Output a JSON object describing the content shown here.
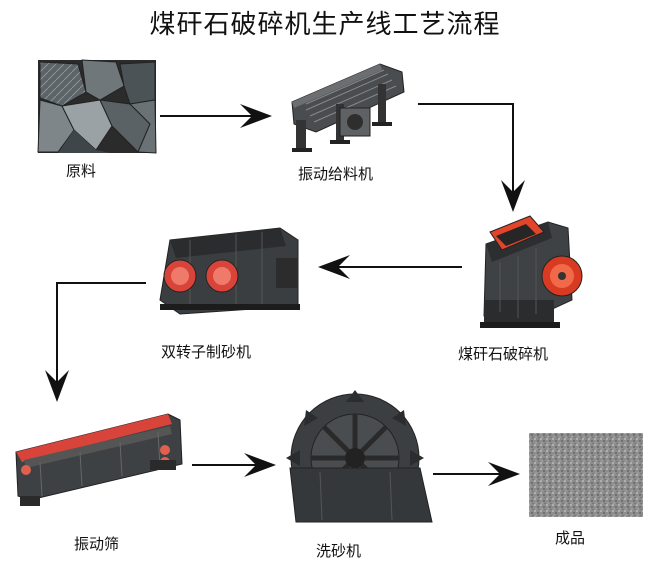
{
  "title": "煤矸石破碎机生产线工艺流程",
  "steps": [
    {
      "label": "原料",
      "icon": "raw-coal-gangue-icon"
    },
    {
      "label": "振动给料机",
      "icon": "vibrating-feeder-icon"
    },
    {
      "label": "煤矸石破碎机",
      "icon": "coal-gangue-crusher-icon"
    },
    {
      "label": "双转子制砂机",
      "icon": "double-rotor-sand-maker-icon"
    },
    {
      "label": "振动筛",
      "icon": "vibrating-screen-icon"
    },
    {
      "label": "洗砂机",
      "icon": "sand-washer-icon"
    },
    {
      "label": "成品",
      "icon": "finished-sand-icon"
    }
  ],
  "colors": {
    "accent": "#e2452a",
    "machine": "#3a3a3a",
    "arrow": "#111111"
  }
}
